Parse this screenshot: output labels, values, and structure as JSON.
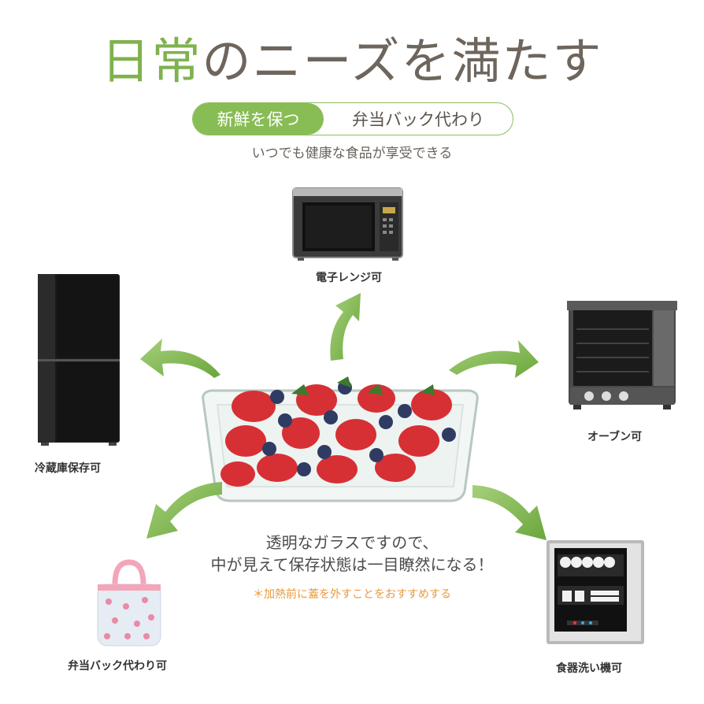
{
  "title": {
    "green": "日常",
    "rest": "のニーズを満たす"
  },
  "tabs": {
    "active": "新鮮を保つ",
    "inactive": "弁当バック代わり"
  },
  "tagline": "いつでも健康な食品が享受できる",
  "features": {
    "microwave": "電子レンジ可",
    "fridge": "冷蔵庫保存可",
    "oven": "オーブン可",
    "lunchbag": "弁当バック代わり可",
    "dishwasher": "食器洗い機可"
  },
  "description": {
    "line1": "透明なガラスですので、",
    "line2": "中が見えて保存状態は一目瞭然になる！"
  },
  "note": "＊加熱前に蓋を外すことをおすすめする",
  "colors": {
    "accent": "#88bc55",
    "note": "#e89a3c"
  }
}
